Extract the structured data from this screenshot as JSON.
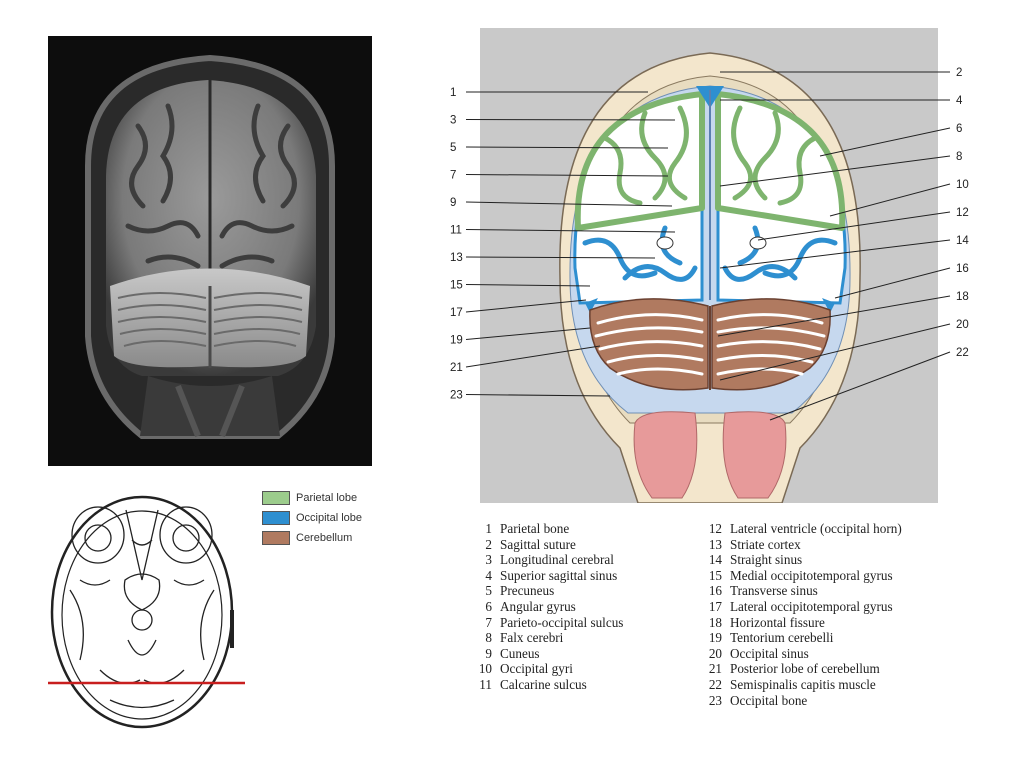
{
  "legend": [
    {
      "label": "Parietal lobe",
      "color": "#9ccc8c"
    },
    {
      "label": "Occipital lobe",
      "color": "#2e8fd0"
    },
    {
      "label": "Cerebellum",
      "color": "#b07a60"
    }
  ],
  "left_numbers": [
    "1",
    "3",
    "5",
    "7",
    "9",
    "11",
    "13",
    "15",
    "17",
    "19",
    "21",
    "23"
  ],
  "right_numbers": [
    "2",
    "4",
    "6",
    "8",
    "10",
    "12",
    "14",
    "16",
    "18",
    "20",
    "22"
  ],
  "key_col1": [
    {
      "num": "1",
      "text": "Parietal bone"
    },
    {
      "num": "2",
      "text": "Sagittal suture"
    },
    {
      "num": "3",
      "text": "Longitudinal cerebral"
    },
    {
      "num": "4",
      "text": "Superior sagittal sinus"
    },
    {
      "num": "5",
      "text": "Precuneus"
    },
    {
      "num": "6",
      "text": "Angular gyrus"
    },
    {
      "num": "7",
      "text": "Parieto-occipital sulcus"
    },
    {
      "num": "8",
      "text": "Falx cerebri"
    },
    {
      "num": "9",
      "text": "Cuneus"
    },
    {
      "num": "10",
      "text": "Occipital gyri"
    },
    {
      "num": "11",
      "text": "Calcarine sulcus"
    }
  ],
  "key_col2": [
    {
      "num": "12",
      "text": "Lateral ventricle (occipital horn)"
    },
    {
      "num": "13",
      "text": "Striate cortex"
    },
    {
      "num": "14",
      "text": "Straight sinus"
    },
    {
      "num": "15",
      "text": "Medial occipitotemporal gyrus"
    },
    {
      "num": "16",
      "text": "Transverse sinus"
    },
    {
      "num": "17",
      "text": "Lateral occipitotemporal gyrus"
    },
    {
      "num": "18",
      "text": "Horizontal fissure"
    },
    {
      "num": "19",
      "text": "Tentorium cerebelli"
    },
    {
      "num": "20",
      "text": "Occipital sinus"
    },
    {
      "num": "21",
      "text": "Posterior lobe of cerebellum"
    },
    {
      "num": "22",
      "text": "Semispinalis capitis muscle"
    },
    {
      "num": "23",
      "text": "Occipital bone"
    }
  ],
  "colors": {
    "accent_red": "#c81e1e",
    "panel_gray": "#c9c9c9",
    "bone": "#f3e6cc",
    "csf": "#c6d8ee",
    "muscle": "#e79a9a"
  }
}
